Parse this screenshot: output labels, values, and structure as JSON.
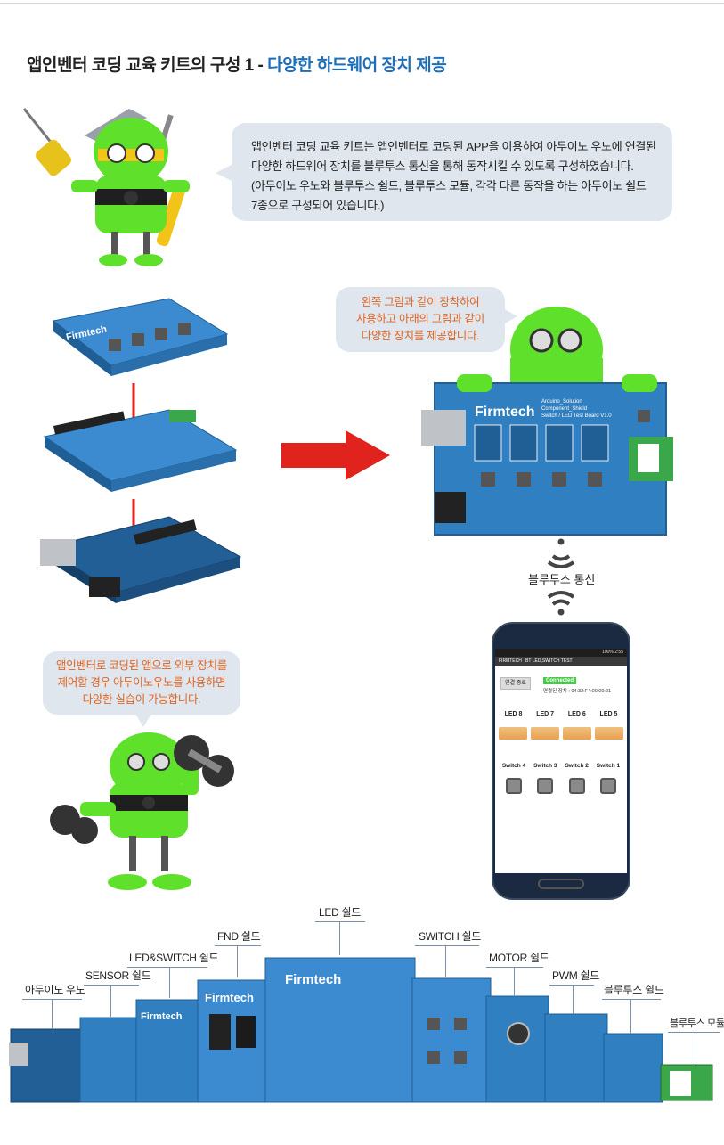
{
  "title": {
    "main": "앱인벤터 코딩 교육 키트의 구성 1 - ",
    "accent": "다양한 하드웨어 장치 제공"
  },
  "intro_bubble": {
    "lines": [
      "앱인벤터 코딩 교육 키트는 앱인벤터로 코딩된 APP을 이용하여 아두이노 우노에 연결된",
      "다양한 하드웨어 장치를 블루투스 통신을 통해 동작시킬 수 있도록 구성하였습니다.",
      "(아두이노 우노와 블루투스 쉴드, 블루투스 모듈, 각각 다른 동작을 하는 아두이노 쉴드",
      "7종으로 구성되어 있습니다.)"
    ]
  },
  "assembly_bubble": {
    "lines": [
      "왼쪽 그림과 같이 장착하여",
      "사용하고 아래의 그림과 같이",
      "다양한 장치를 제공합니다."
    ]
  },
  "practice_bubble": {
    "lines": [
      "앱인벤터로 코딩된 앱으로 외부 장치를",
      "제어할 경우 아두이노우노를 사용하면",
      "다양한 실습이 가능합니다."
    ]
  },
  "bluetooth_label": "블루투스 통신",
  "board_print": {
    "brand": "Firmtech",
    "subtitle_1": "Arduino_Solution",
    "subtitle_2": "Component_Shield",
    "subtitle_3": "Switch / LED Test Board V1.0"
  },
  "phone": {
    "status": "100% 2:55",
    "app_title": "BT LED,SWITCH TEST",
    "brand": "FIRMTECH",
    "disconnect_button": "연결 종료",
    "connected_badge": "Connected",
    "device_info": "연결된 장치 : 04:32:F4:00:00:01",
    "leds": [
      "LED 8",
      "LED 7",
      "LED 6",
      "LED 5"
    ],
    "switches": [
      "Switch 4",
      "Switch 3",
      "Switch 2",
      "Switch 1"
    ]
  },
  "shields": {
    "led": "LED 쉴드",
    "fnd": "FND 쉴드",
    "switch": "SWITCH 쉴드",
    "led_switch": "LED&SWITCH 쉴드",
    "motor": "MOTOR 쉴드",
    "sensor": "SENSOR 쉴드",
    "pwm": "PWM 쉴드",
    "arduino": "아두이노 우노",
    "bt_shield": "블루투스 쉴드",
    "bt_module": "블루투스 모듈"
  },
  "colors": {
    "accent_blue": "#1d6fb8",
    "orange_text": "#e06523",
    "bubble_bg": "#dfe6ee",
    "pcb_blue": "#2f7fc1",
    "robot_green": "#5fe02a",
    "arrow_red": "#e0231c"
  }
}
